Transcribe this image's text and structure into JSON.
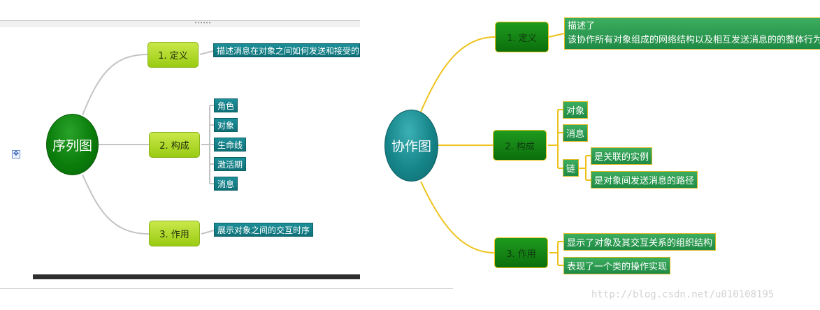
{
  "left_map": {
    "center": "序列图",
    "branches": [
      {
        "label": "1. 定义",
        "leaves": [
          "描述消息在对象之间如何发送和接受的,"
        ]
      },
      {
        "label": "2. 构成",
        "leaves": [
          "角色",
          "对象",
          "生命线",
          "激活期",
          "消息"
        ]
      },
      {
        "label": "3. 作用",
        "leaves": [
          "展示对象之间的交互时序"
        ]
      }
    ]
  },
  "right_map": {
    "center": "协作图",
    "definition": {
      "label": "1. 定义",
      "line1": "描述了",
      "line2": "该协作所有对象组成的网络结构以及相互发送消息的的整体行为"
    },
    "composition": {
      "label": "2. 构成",
      "leaves": [
        "对象",
        "消息"
      ],
      "link_label": "链",
      "link_leaves": [
        "是关联的实例",
        "是对象间发送消息的路径"
      ]
    },
    "purpose": {
      "label": "3. 作用",
      "leaves": [
        "显示了对象及其交互关系的组织结构",
        "表现了一个类的操作实现"
      ]
    }
  },
  "colors": {
    "left_link": "#c4c4c4",
    "right_link": "#efc21a",
    "left_center": "#0b7d0b",
    "right_center": "#16858a"
  },
  "icons": {
    "move_handle": "four-arrow-move-icon"
  },
  "watermark": "http://blog.csdn.net/u010108195"
}
